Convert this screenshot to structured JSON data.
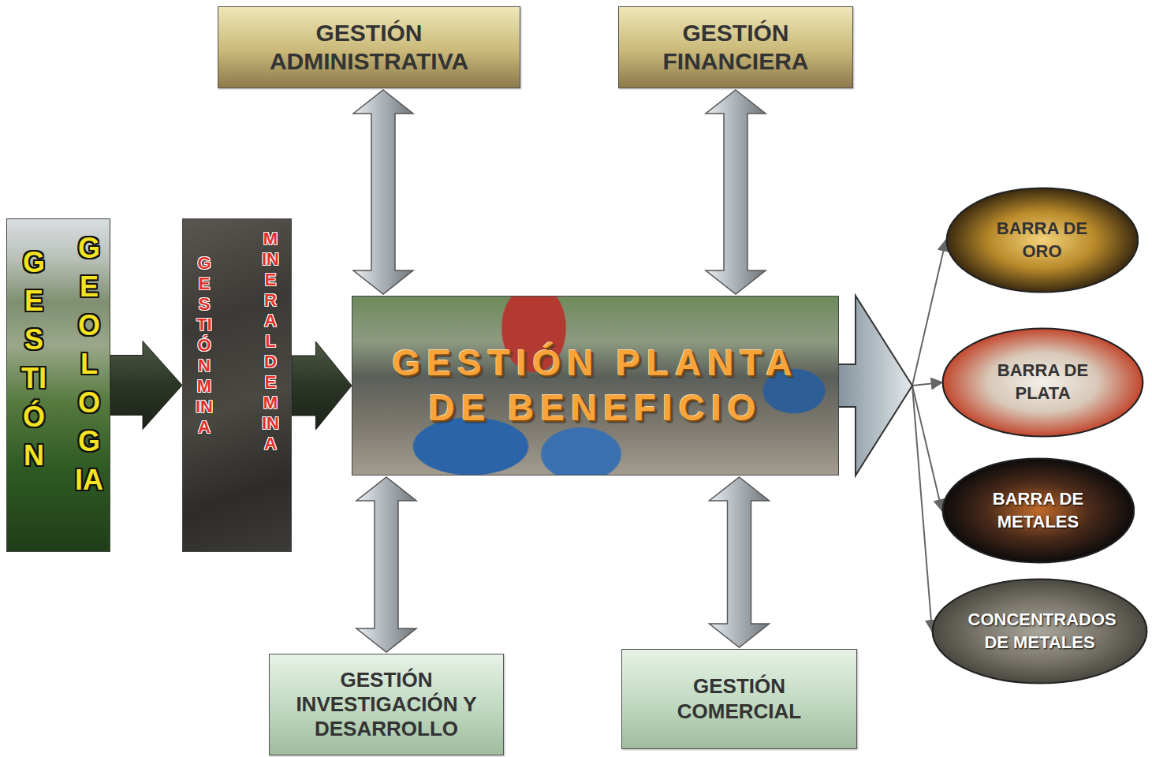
{
  "diagram": {
    "nodes": [
      {
        "text": [
          "GESTIÓN ADMINISTRATIVA"
        ]
      },
      {
        "text": [
          "GESTIÓN FINANCIERA"
        ]
      },
      {
        "text": [
          "GESTIÓN",
          "GEOLOGIA"
        ]
      },
      {
        "text": [
          "GESTIÓN MINA",
          "MINERAL DE MINA"
        ]
      },
      {
        "text": [
          "GESTIÓN PLANTA DE BENEFICIO"
        ]
      },
      {
        "text": [
          "BARRA DE ORO"
        ]
      },
      {
        "text": [
          "BARRA DE PLATA"
        ]
      },
      {
        "text": [
          "BARRA DE METALES"
        ]
      },
      {
        "text": [
          "CONCENTRADOS DE METALES"
        ]
      },
      {
        "text": [
          "GESTIÓN INVESTIGACIÓN Y DESARROLLO"
        ]
      },
      {
        "text": [
          "GESTIÓN COMERCIAL"
        ]
      }
    ],
    "edges": [
      {
        "from": 0,
        "to": 4,
        "arrow": "both"
      },
      {
        "from": 1,
        "to": 4,
        "arrow": "both"
      },
      {
        "from": 2,
        "to": 3,
        "arrow": "to"
      },
      {
        "from": 3,
        "to": 4,
        "arrow": "to"
      },
      {
        "from": 4,
        "to": 5,
        "arrow": "to"
      },
      {
        "from": 4,
        "to": 6,
        "arrow": "to"
      },
      {
        "from": 4,
        "to": 7,
        "arrow": "to"
      },
      {
        "from": 4,
        "to": 8,
        "arrow": "to"
      },
      {
        "from": 9,
        "to": 4,
        "arrow": "both"
      },
      {
        "from": 10,
        "to": 4,
        "arrow": "both"
      }
    ]
  }
}
